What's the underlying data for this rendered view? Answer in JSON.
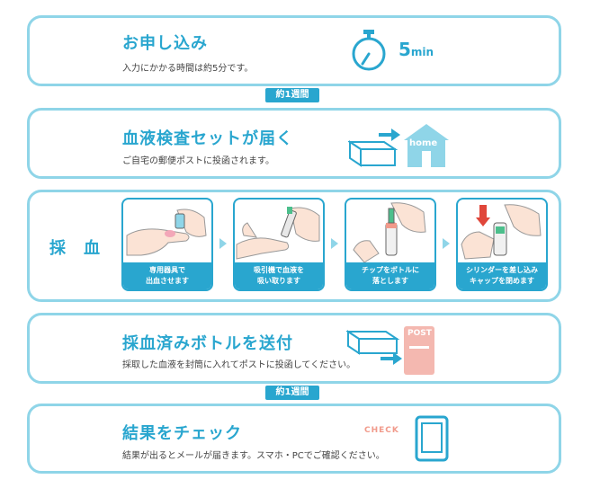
{
  "steps": {
    "apply": {
      "title": "お申し込み",
      "desc": "入力にかかる時間は約5分です。",
      "time": "5",
      "time_unit": "min",
      "icon": "stopwatch-icon"
    },
    "kit": {
      "title": "血液検査セットが届く",
      "desc": "ご自宅の郵便ポストに投函されます。",
      "home_label": "home",
      "icon": "house-delivery-icon"
    },
    "sampling": {
      "title": "採　血",
      "panels": [
        {
          "caption": "専用器具で\n出血させます",
          "icon": "finger-prick-icon"
        },
        {
          "caption": "吸引機で血液を\n吸い取ります",
          "icon": "blood-suction-icon"
        },
        {
          "caption": "チップをボトルに\n落とします",
          "icon": "chip-bottle-icon"
        },
        {
          "caption": "シリンダーを差し込み\nキャップを閉めます",
          "icon": "cylinder-cap-icon"
        }
      ]
    },
    "send": {
      "title": "採血済みボトルを送付",
      "desc": "採取した血液を封筒に入れてポストに投函してください。",
      "post_label": "POST",
      "icon": "mailbox-icon"
    },
    "result": {
      "title": "結果をチェック",
      "desc": "結果が出るとメールが届きます。スマホ・PCでご確認ください。",
      "check_label": "CHECK",
      "icon": "tablet-icon"
    }
  },
  "badges": {
    "week1": "約1週間",
    "week2": "約1週間"
  },
  "colors": {
    "accent": "#29a6cf",
    "border": "#8fd5e8",
    "check": "#f19a8b",
    "post": "#f4b8b0"
  }
}
